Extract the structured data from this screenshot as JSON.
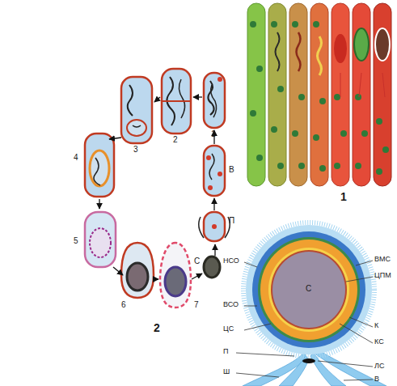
{
  "diagram": {
    "labels": [
      "1",
      "2",
      "3",
      "4",
      "В",
      "П",
      "5",
      "С",
      "6",
      "7",
      "2",
      "1",
      "НСО",
      "ВМС",
      "ЦПМ",
      "ВСО",
      "С",
      "К",
      "ЦС",
      "КС",
      "П",
      "ЛС",
      "Ш",
      "В"
    ]
  }
}
